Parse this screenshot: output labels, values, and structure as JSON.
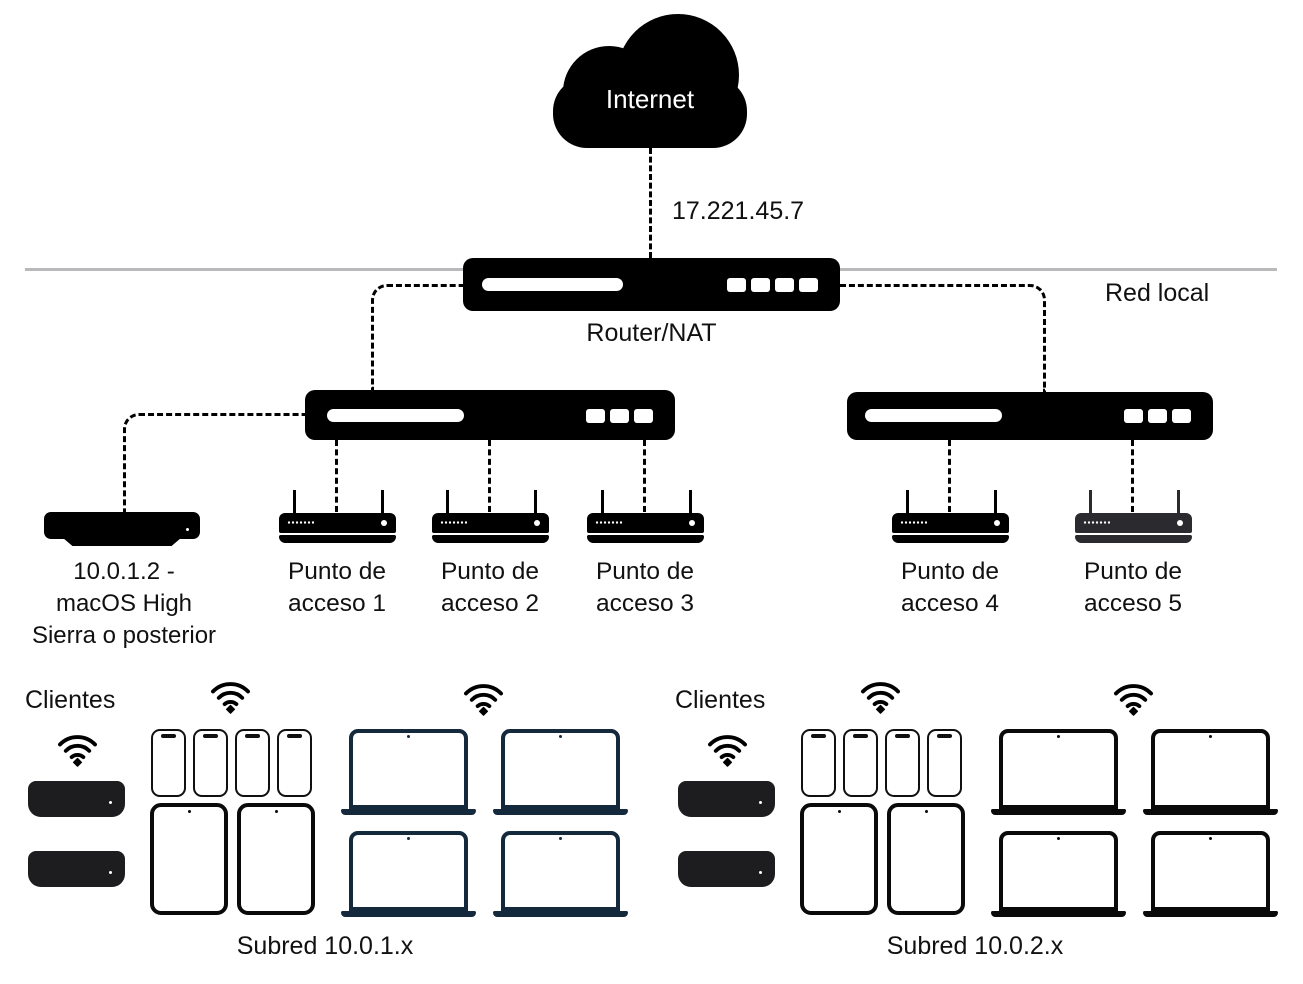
{
  "colors": {
    "device_black": "#000000",
    "ap5_gray": "#2b2b2f",
    "client_box": "#1d1d1f",
    "laptop_left": "#15293c",
    "laptop_right": "#0a0a0a",
    "lan_line": "#b9b9bc",
    "text": "#111111"
  },
  "icons": {
    "cloud": "internet-cloud",
    "wifi": "wifi-signal-arcs"
  },
  "internet": {
    "label": "Internet",
    "wan_ip": "17.221.45.7"
  },
  "lan": {
    "label": "Red local"
  },
  "router": {
    "label": "Router/NAT"
  },
  "mac_server": {
    "line1": "10.0.1.2 -",
    "line2": "macOS High",
    "line3": "Sierra o posterior"
  },
  "access_points": [
    {
      "line1": "Punto de",
      "line2": "acceso 1"
    },
    {
      "line1": "Punto de",
      "line2": "acceso 2"
    },
    {
      "line1": "Punto de",
      "line2": "acceso 3"
    },
    {
      "line1": "Punto de",
      "line2": "acceso 4"
    },
    {
      "line1": "Punto de",
      "line2": "acceso 5"
    }
  ],
  "cluster1": {
    "clients_label": "Clientes",
    "subnet_label": "Subred 10.0.1.x"
  },
  "cluster2": {
    "clients_label": "Clientes",
    "subnet_label": "Subred 10.0.2.x"
  }
}
